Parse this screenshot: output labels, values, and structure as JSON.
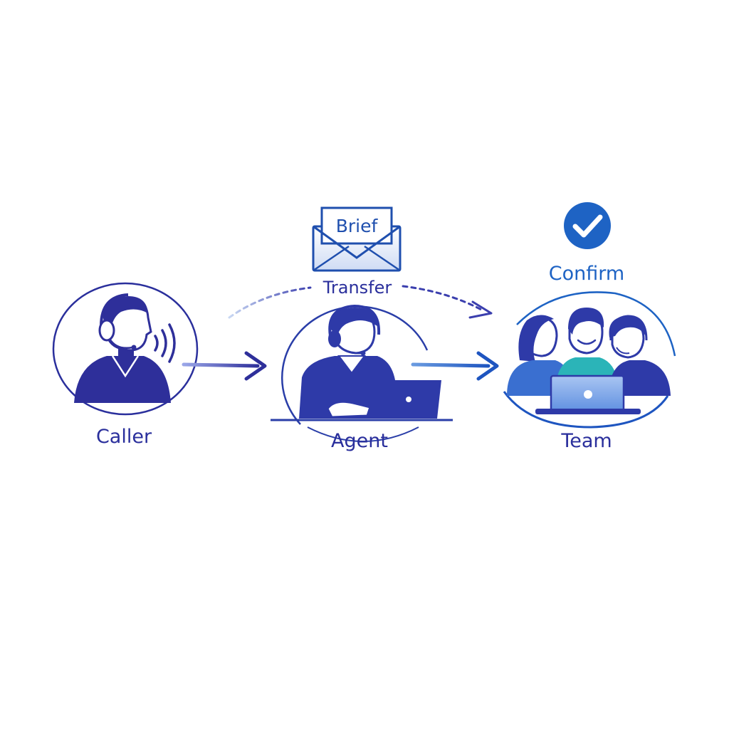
{
  "nodes": {
    "caller": {
      "label": "Caller"
    },
    "agent": {
      "label": "Agent"
    },
    "team": {
      "label": "Team"
    }
  },
  "transfer": {
    "label": "Transfer"
  },
  "brief": {
    "label": "Brief"
  },
  "confirm": {
    "label": "Confirm"
  },
  "colors": {
    "indigo": "#2a2f9c",
    "blue": "#1e63c4",
    "light_blue": "#8fb2e8"
  }
}
